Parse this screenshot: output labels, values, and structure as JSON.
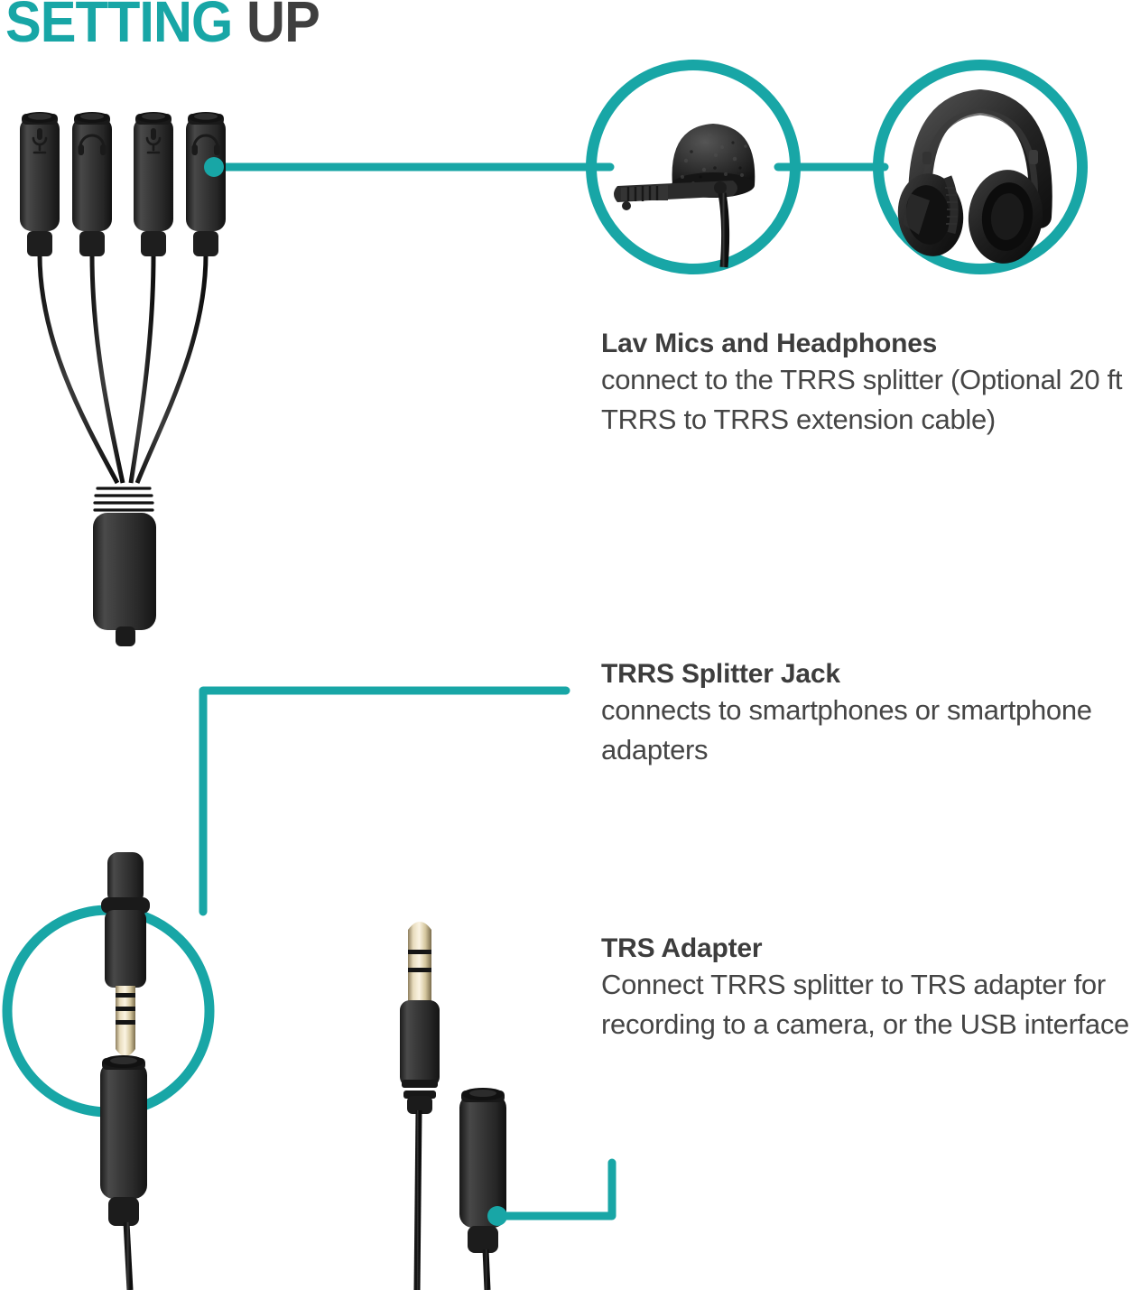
{
  "title": {
    "word_highlight": "SETTING",
    "word_plain": "UP",
    "highlight_color": "#18A6A6",
    "plain_color": "#3F3F3F"
  },
  "theme": {
    "accent": "#18A6A6",
    "accent_dark": "#0E9A9A",
    "text": "#404040",
    "background": "#FFFFFF",
    "hardware_black": "#2B2B2B",
    "contact_gold": "#D8CBA8"
  },
  "callouts": [
    {
      "id": "lav-mics-and-headphones",
      "title": "Lav Mics and Headphones",
      "body": "connect to the TRRS splitter (Optional 20 ft TRRS to TRRS extension cable)"
    },
    {
      "id": "trrs-splitter-jack",
      "title": "TRRS Splitter Jack",
      "body": "connects to smartphones or smartphone adapters"
    },
    {
      "id": "trs-adapter",
      "title": "TRS Adapter",
      "body": "Connect TRRS splitter to TRS adapter for recording to a camera, or the USB interface"
    }
  ],
  "hardware": {
    "splitter": {
      "name": "TRRS 4-way splitter",
      "ports": [
        {
          "index": 1,
          "icon": "microphone-icon",
          "label": "mic"
        },
        {
          "index": 2,
          "icon": "headphone-icon",
          "label": "headphone"
        },
        {
          "index": 3,
          "icon": "microphone-icon",
          "label": "mic"
        },
        {
          "index": 4,
          "icon": "headphone-icon",
          "label": "headphone"
        }
      ],
      "plug_type": "TRRS male",
      "plug_rings": 3
    },
    "adapter": {
      "name": "TRS adapter",
      "plug_type": "TRS male",
      "plug_rings": 2,
      "jack_type": "TRRS female"
    },
    "circled_items": [
      {
        "icon": "lavalier-microphone-icon",
        "label": "Lav Mic"
      },
      {
        "icon": "headphones-icon",
        "label": "Headphones"
      },
      {
        "icon": "trrs-plug-icon",
        "label": "TRRS Splitter Jack"
      }
    ]
  }
}
